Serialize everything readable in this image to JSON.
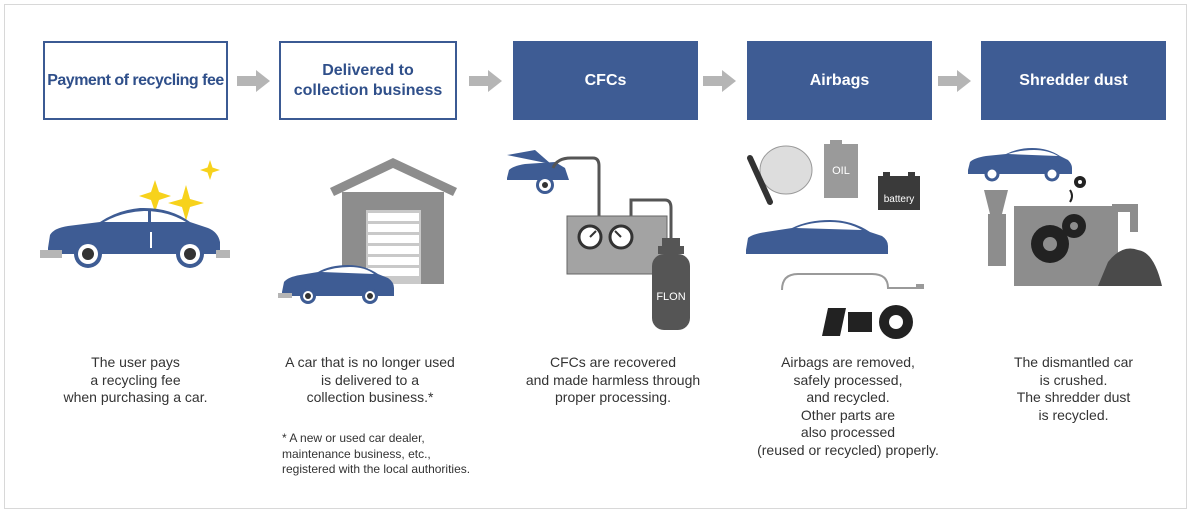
{
  "steps": [
    {
      "label": "Payment of recycling fee",
      "caption": "The user pays\na recycling fee\nwhen purchasing a car."
    },
    {
      "label": "Delivered to\ncollection business",
      "caption": "A car that is no longer used\nis delivered to a\ncollection business.*"
    },
    {
      "label": "CFCs",
      "caption": "CFCs are recovered\nand made harmless through\nproper processing."
    },
    {
      "label": "Airbags",
      "caption": "Airbags are removed,\nsafely processed,\nand recycled.\nOther parts are\nalso processed\n(reused or recycled) properly."
    },
    {
      "label": "Shredder dust",
      "caption": "The dismantled car\nis crushed.\nThe shredder dust\nis recycled."
    }
  ],
  "footnote": "* A new or used car dealer,\n  maintenance business, etc.,\n  registered with the local authorities.",
  "illustration_labels": {
    "flon": "FLON",
    "oil": "OIL",
    "battery": "battery"
  },
  "colors": {
    "brand_blue": "#3e5c94",
    "arrow_gray": "#b5b5b5",
    "machine_gray": "#a3a3a3",
    "sparkle_yellow": "#f7d21c"
  }
}
